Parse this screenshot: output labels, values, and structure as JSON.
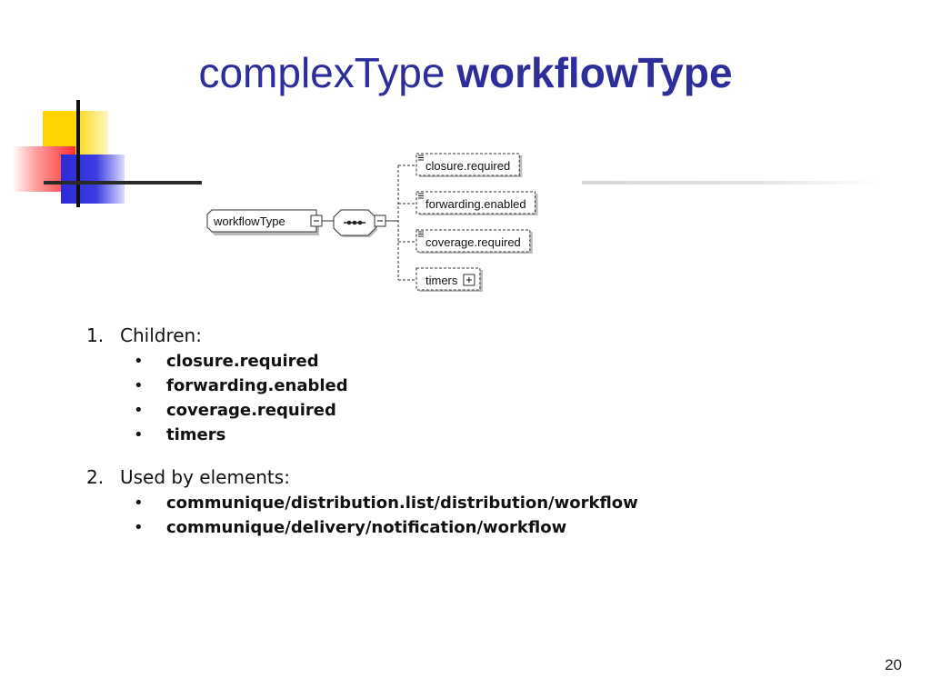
{
  "slide": {
    "title_regular": "complexType",
    "title_bold": "workflowType",
    "page_number": "20"
  },
  "diagram": {
    "root": "workflowType",
    "compositor": "sequence",
    "children": [
      {
        "label": "closure.required",
        "optional": true,
        "expandable": false
      },
      {
        "label": "forwarding.enabled",
        "optional": true,
        "expandable": false
      },
      {
        "label": "coverage.required",
        "optional": true,
        "expandable": false
      },
      {
        "label": "timers",
        "optional": true,
        "expandable": true
      }
    ]
  },
  "sections": [
    {
      "number": "1.",
      "heading": "Children:",
      "items": [
        "closure.required",
        "forwarding.enabled",
        "coverage.required",
        "timers"
      ]
    },
    {
      "number": "2.",
      "heading": "Used by elements:",
      "items": [
        "communique/distribution.list/distribution/workflow",
        "communique/delivery/notification/workflow"
      ]
    }
  ],
  "colors": {
    "title": "#2e2e9a",
    "deco_yellow": "#ffd400",
    "deco_red": "#ff3030",
    "deco_blue": "#2c2cd8"
  }
}
